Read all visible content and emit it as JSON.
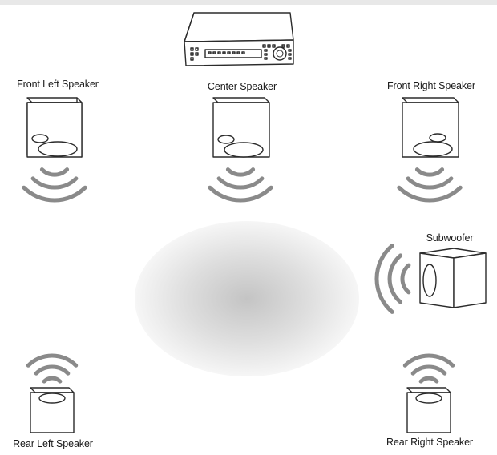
{
  "labels": {
    "front_left": "Front Left Speaker",
    "center": "Center Speaker",
    "front_right": "Front Right Speaker",
    "subwoofer": "Subwoofer",
    "rear_left": "Rear Left Speaker",
    "rear_right": "Rear Right Speaker"
  },
  "colors": {
    "outline": "#2b2b2b",
    "sound_wave": "#8a8a8a",
    "listening_area_center": "#c4c4c4",
    "top_bar": "#e8e8e8"
  },
  "icons": [
    "av-receiver-icon",
    "speaker-icon",
    "subwoofer-icon",
    "sound-wave-icon",
    "listening-area"
  ]
}
